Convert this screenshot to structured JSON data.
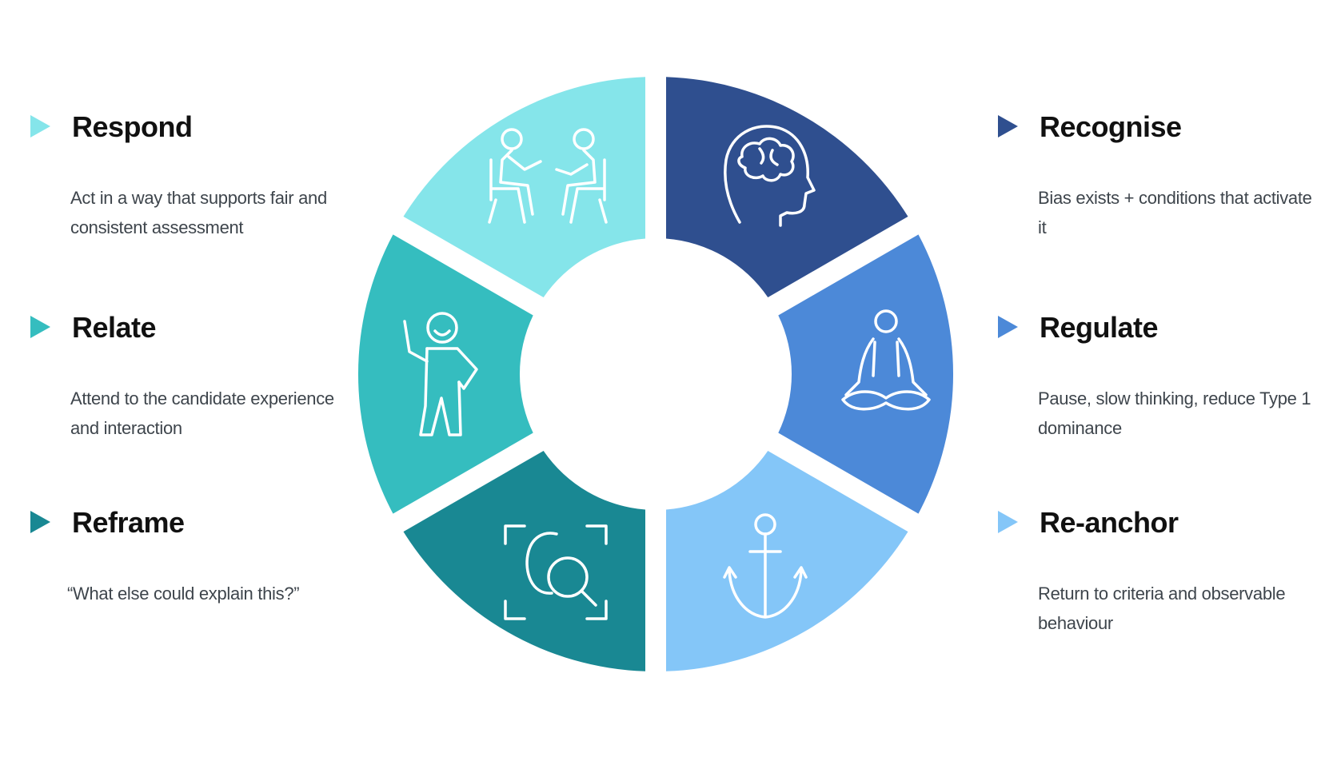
{
  "items": [
    {
      "title": "Respond",
      "text": "Act in a way that supports fair and consistent assessment",
      "color": "#85E5EA",
      "icon": "two-people-seated-icon"
    },
    {
      "title": "Relate",
      "text": "Attend to the candidate experience and interaction",
      "color": "#35BDBF",
      "icon": "waving-person-icon"
    },
    {
      "title": "Reframe",
      "text": "“What else could explain this?”",
      "color": "#198893",
      "icon": "magnifier-focus-icon"
    },
    {
      "title": "Recognise",
      "text": "Bias exists + conditions that activate it",
      "color": "#2F4F8F",
      "icon": "head-brain-icon"
    },
    {
      "title": "Regulate",
      "text": "Pause, slow thinking, reduce Type 1 dominance",
      "color": "#4C89D8",
      "icon": "meditating-person-icon"
    },
    {
      "title": "Re-anchor",
      "text": "Return to criteria and observable behaviour",
      "color": "#84C6F8",
      "icon": "anchor-icon"
    }
  ]
}
